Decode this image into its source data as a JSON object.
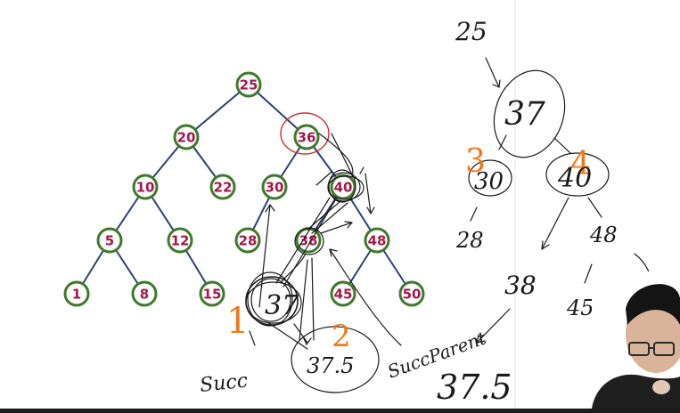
{
  "tree": {
    "nodes": [
      {
        "id": "n25",
        "label": "25"
      },
      {
        "id": "n20",
        "label": "20"
      },
      {
        "id": "n36",
        "label": "36"
      },
      {
        "id": "n10",
        "label": "10"
      },
      {
        "id": "n22",
        "label": "22"
      },
      {
        "id": "n30",
        "label": "30"
      },
      {
        "id": "n40",
        "label": "40"
      },
      {
        "id": "n5",
        "label": "5"
      },
      {
        "id": "n12",
        "label": "12"
      },
      {
        "id": "n28",
        "label": "28"
      },
      {
        "id": "n38",
        "label": "38"
      },
      {
        "id": "n48",
        "label": "48"
      },
      {
        "id": "n1",
        "label": "1"
      },
      {
        "id": "n8",
        "label": "8"
      },
      {
        "id": "n15",
        "label": "15"
      },
      {
        "id": "n45",
        "label": "45"
      },
      {
        "id": "n50",
        "label": "50"
      }
    ],
    "edges": [
      [
        "n25",
        "n20"
      ],
      [
        "n25",
        "n36"
      ],
      [
        "n20",
        "n10"
      ],
      [
        "n20",
        "n22"
      ],
      [
        "n36",
        "n30"
      ],
      [
        "n36",
        "n40"
      ],
      [
        "n10",
        "n5"
      ],
      [
        "n10",
        "n12"
      ],
      [
        "n30",
        "n28"
      ],
      [
        "n40",
        "n38"
      ],
      [
        "n40",
        "n48"
      ],
      [
        "n5",
        "n1"
      ],
      [
        "n5",
        "n8"
      ],
      [
        "n12",
        "n15"
      ],
      [
        "n48",
        "n45"
      ],
      [
        "n48",
        "n50"
      ]
    ]
  },
  "annotations": {
    "new_node": "37",
    "inserted_value": "37.5",
    "succ_label": "Succ",
    "succparent_label": "SuccParent",
    "step_1": "1",
    "step_2": "2",
    "step_3": "3",
    "step_4": "4",
    "right_root": "25",
    "right_37": "37",
    "right_30": "30",
    "right_40": "40",
    "right_28": "28",
    "right_48": "48",
    "right_38": "38",
    "right_45": "45",
    "right_375": "37.5"
  },
  "colors": {
    "node_fill": "#ffffff",
    "node_stroke": "#3f7a2c",
    "node_text": "#a3174a",
    "edge": "#2e3f73",
    "ink": "#1a1a1a",
    "highlight_red": "#d22b2b",
    "highlight_orange": "#f07a1a"
  }
}
